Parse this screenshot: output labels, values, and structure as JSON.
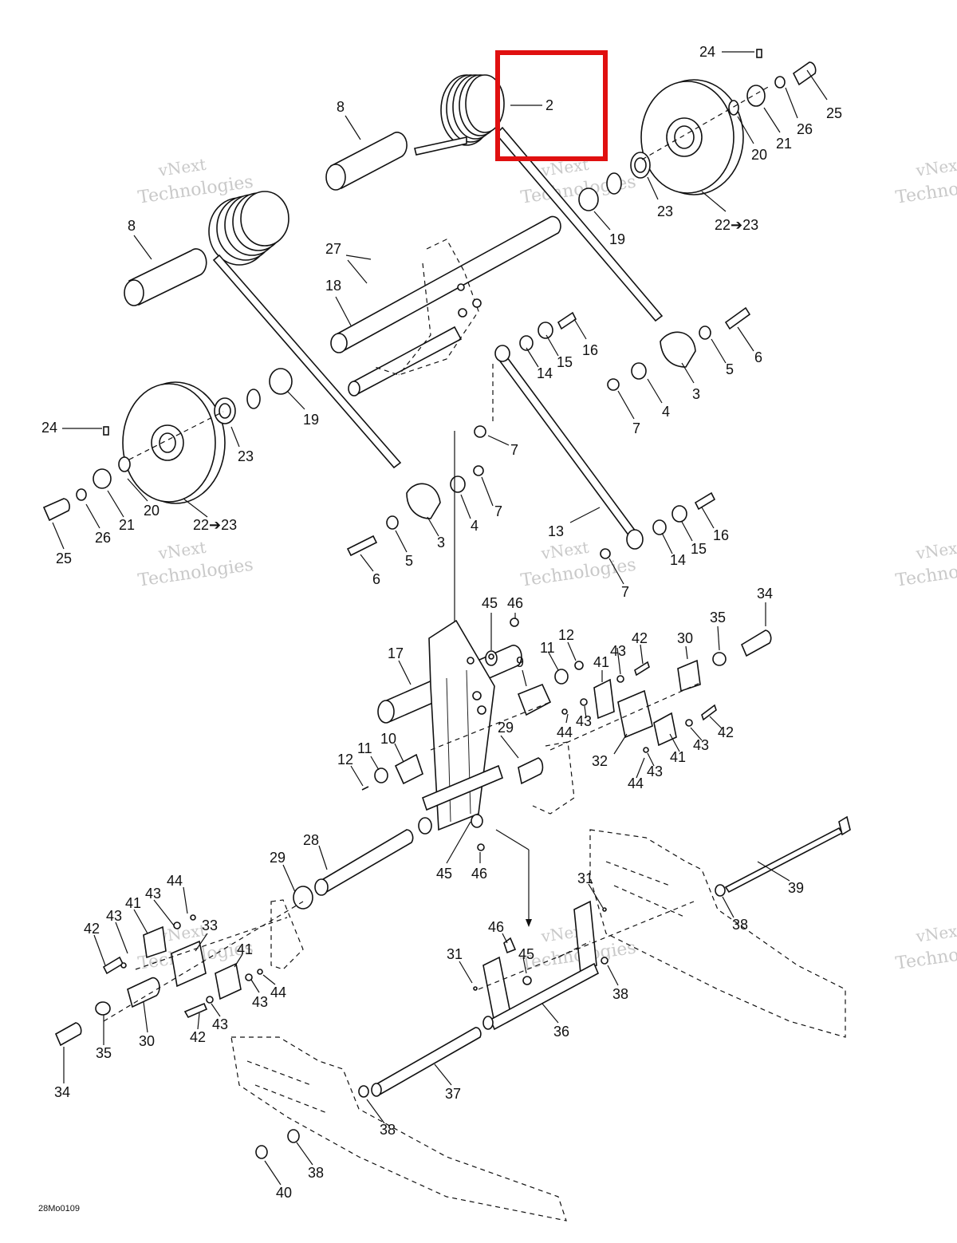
{
  "diagram": {
    "drawing_code": "28Mo0109",
    "watermark_line1": "vNext",
    "watermark_line2": "Technologies",
    "highlight_color": "#e01010",
    "highlight_part": "2",
    "callouts": [
      {
        "id": "c2",
        "text": "2"
      },
      {
        "id": "c8a",
        "text": "8"
      },
      {
        "id": "c8b",
        "text": "8"
      },
      {
        "id": "c24a",
        "text": "24"
      },
      {
        "id": "c25a",
        "text": "25"
      },
      {
        "id": "c26a",
        "text": "26"
      },
      {
        "id": "c21a",
        "text": "21"
      },
      {
        "id": "c20a",
        "text": "20"
      },
      {
        "id": "c23a",
        "text": "23"
      },
      {
        "id": "c2223a",
        "text": "22➔23"
      },
      {
        "id": "c19a",
        "text": "19"
      },
      {
        "id": "c27",
        "text": "27"
      },
      {
        "id": "c18",
        "text": "18"
      },
      {
        "id": "c16a",
        "text": "16"
      },
      {
        "id": "c15a",
        "text": "15"
      },
      {
        "id": "c14a",
        "text": "14"
      },
      {
        "id": "c6a",
        "text": "6"
      },
      {
        "id": "c5a",
        "text": "5"
      },
      {
        "id": "c3a",
        "text": "3"
      },
      {
        "id": "c4a",
        "text": "4"
      },
      {
        "id": "c7a",
        "text": "7"
      },
      {
        "id": "c7b",
        "text": "7"
      },
      {
        "id": "c19b",
        "text": "19"
      },
      {
        "id": "c24b",
        "text": "24"
      },
      {
        "id": "c23b",
        "text": "23"
      },
      {
        "id": "c20b",
        "text": "20"
      },
      {
        "id": "c21b",
        "text": "21"
      },
      {
        "id": "c26b",
        "text": "26"
      },
      {
        "id": "c25b",
        "text": "25"
      },
      {
        "id": "c2223b",
        "text": "22➔23"
      },
      {
        "id": "c7c",
        "text": "7"
      },
      {
        "id": "c4b",
        "text": "4"
      },
      {
        "id": "c3b",
        "text": "3"
      },
      {
        "id": "c5b",
        "text": "5"
      },
      {
        "id": "c6b",
        "text": "6"
      },
      {
        "id": "c13",
        "text": "13"
      },
      {
        "id": "c16b",
        "text": "16"
      },
      {
        "id": "c15b",
        "text": "15"
      },
      {
        "id": "c14b",
        "text": "14"
      },
      {
        "id": "c7d",
        "text": "7"
      },
      {
        "id": "c45a",
        "text": "45"
      },
      {
        "id": "c46a",
        "text": "46"
      },
      {
        "id": "c17",
        "text": "17"
      },
      {
        "id": "c12a",
        "text": "12"
      },
      {
        "id": "c11a",
        "text": "11"
      },
      {
        "id": "c9",
        "text": "9"
      },
      {
        "id": "c43a",
        "text": "43"
      },
      {
        "id": "c42a",
        "text": "42"
      },
      {
        "id": "c41a",
        "text": "41"
      },
      {
        "id": "c30a",
        "text": "30"
      },
      {
        "id": "c35a",
        "text": "35"
      },
      {
        "id": "c34a",
        "text": "34"
      },
      {
        "id": "c10",
        "text": "10"
      },
      {
        "id": "c29a",
        "text": "29"
      },
      {
        "id": "c44a",
        "text": "44"
      },
      {
        "id": "c43b",
        "text": "43"
      },
      {
        "id": "c42b",
        "text": "42"
      },
      {
        "id": "c43c",
        "text": "43"
      },
      {
        "id": "c41b",
        "text": "41"
      },
      {
        "id": "c32",
        "text": "32"
      },
      {
        "id": "c43d",
        "text": "43"
      },
      {
        "id": "c44b",
        "text": "44"
      },
      {
        "id": "c12b",
        "text": "12"
      },
      {
        "id": "c11b",
        "text": "11"
      },
      {
        "id": "c28",
        "text": "28"
      },
      {
        "id": "c29b",
        "text": "29"
      },
      {
        "id": "c45b",
        "text": "45"
      },
      {
        "id": "c46b",
        "text": "46"
      },
      {
        "id": "c44c",
        "text": "44"
      },
      {
        "id": "c43e",
        "text": "43"
      },
      {
        "id": "c41c",
        "text": "41"
      },
      {
        "id": "c43f",
        "text": "43"
      },
      {
        "id": "c42c",
        "text": "42"
      },
      {
        "id": "c33",
        "text": "33"
      },
      {
        "id": "c41d",
        "text": "41"
      },
      {
        "id": "c43g",
        "text": "43"
      },
      {
        "id": "c44d",
        "text": "44"
      },
      {
        "id": "c42d",
        "text": "42"
      },
      {
        "id": "c43h",
        "text": "43"
      },
      {
        "id": "c35b",
        "text": "35"
      },
      {
        "id": "c30b",
        "text": "30"
      },
      {
        "id": "c34b",
        "text": "34"
      },
      {
        "id": "c31a",
        "text": "31"
      },
      {
        "id": "c39",
        "text": "39"
      },
      {
        "id": "c38a",
        "text": "38"
      },
      {
        "id": "c46c",
        "text": "46"
      },
      {
        "id": "c45c",
        "text": "45"
      },
      {
        "id": "c31b",
        "text": "31"
      },
      {
        "id": "c38b",
        "text": "38"
      },
      {
        "id": "c36",
        "text": "36"
      },
      {
        "id": "c37",
        "text": "37"
      },
      {
        "id": "c38c",
        "text": "38"
      },
      {
        "id": "c38d",
        "text": "38"
      },
      {
        "id": "c40",
        "text": "40"
      }
    ]
  }
}
